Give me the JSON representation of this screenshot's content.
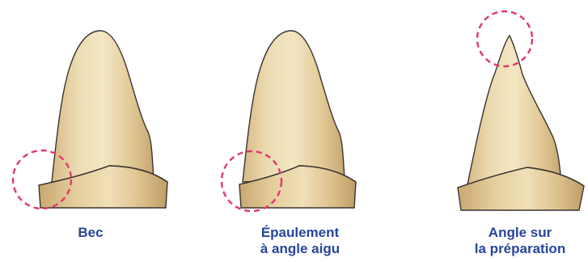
{
  "colors": {
    "highlight": "#e2386f",
    "caption": "#29459a",
    "outline": "#3b3431",
    "tooth_light": "#f1e3be",
    "tooth_base": "#e0c794",
    "tooth_shadow": "#c3a26a"
  },
  "panels": [
    {
      "id": "bec",
      "caption_lines": [
        "Bec"
      ],
      "highlight": "margin"
    },
    {
      "id": "epaulement",
      "caption_lines": [
        "Épaulement",
        "à angle aigu"
      ],
      "highlight": "margin"
    },
    {
      "id": "angle",
      "caption_lines": [
        "Angle sur",
        "la préparation"
      ],
      "highlight": "tip"
    }
  ]
}
